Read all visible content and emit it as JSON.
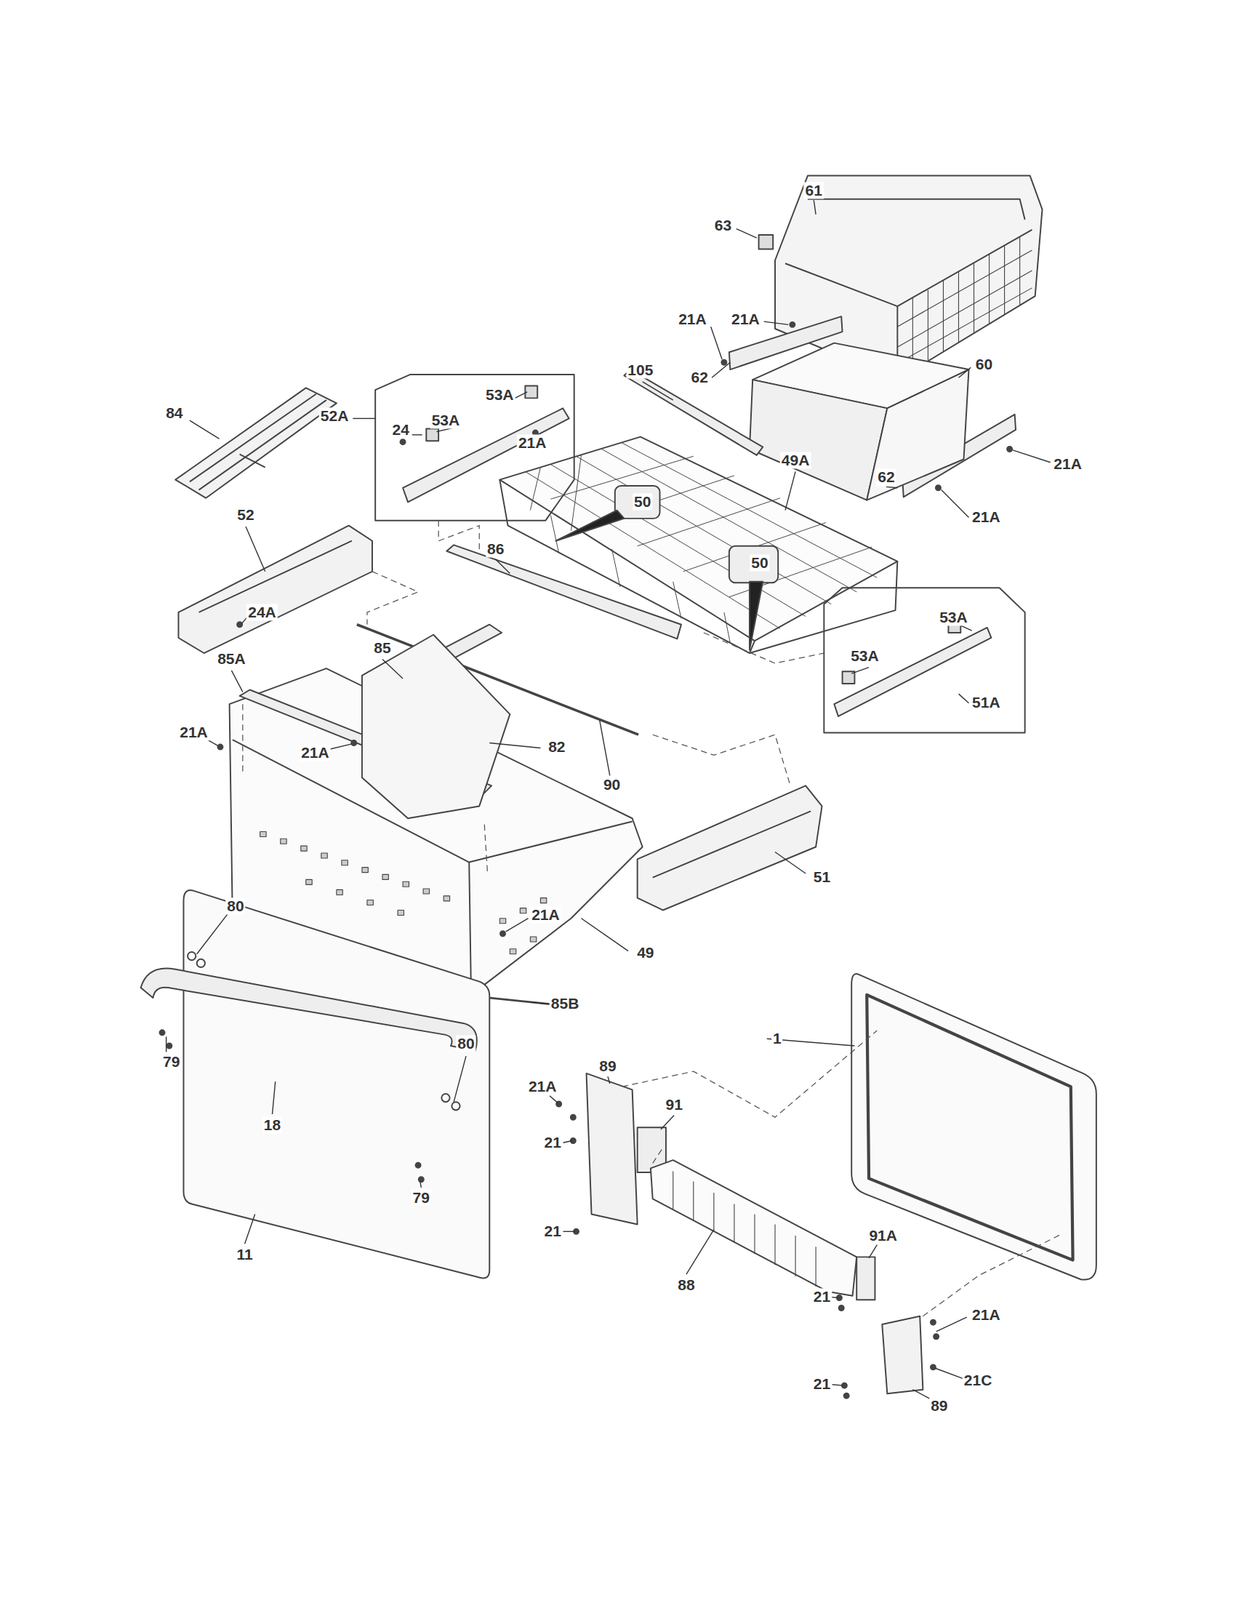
{
  "diagram": {
    "labels": [
      "61",
      "63",
      "21A",
      "21A",
      "105",
      "60",
      "62",
      "53A",
      "84",
      "24",
      "53A",
      "52A",
      "21A",
      "21A",
      "49A",
      "62",
      "50",
      "52",
      "86",
      "50",
      "21A",
      "24A",
      "53A",
      "53A",
      "51A",
      "85",
      "85A",
      "21A",
      "82",
      "21A",
      "90",
      "51",
      "21A",
      "80",
      "49",
      "85B",
      "80",
      "79",
      "1",
      "21A",
      "89",
      "91",
      "18",
      "21",
      "79",
      "11",
      "21",
      "91A",
      "88",
      "21",
      "21A",
      "21C",
      "21",
      "89"
    ]
  }
}
